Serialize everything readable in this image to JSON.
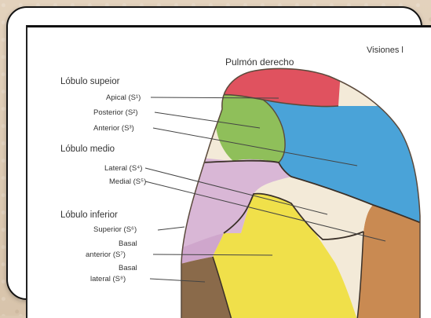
{
  "header": {
    "visiones_label": "Visiones l",
    "lung_title": "Pulmón derecho"
  },
  "lobes": {
    "superior": "Lóbulo supeior",
    "middle": "Lóbulo medio",
    "inferior": "Lóbulo inferior"
  },
  "segments": {
    "apical": "Apical (S¹)",
    "posterior": "Posterior (S²)",
    "anterior": "Anterior (S³)",
    "lateral": "Lateral (S⁴)",
    "medial": "Medial (S⁵)",
    "superior": "Superior (S⁶)",
    "basal_anterior_1": "Basal",
    "basal_anterior_2": "anterior (S⁷)",
    "basal_lateral_1": "Basal",
    "basal_lateral_2": "lateral (S⁸)"
  },
  "colors": {
    "apical": "#e0525f",
    "posterior": "#8fbf5a",
    "anterior": "#4aa3d8",
    "lateral": "#f3ead8",
    "medial": "#d9b7d6",
    "superior_seg": "#cfa6cc",
    "basal_anterior": "#f0e04a",
    "basal_lateral": "#8a6a4a",
    "posterior_basal": "#c98a52",
    "background": "#dcc9b2"
  }
}
